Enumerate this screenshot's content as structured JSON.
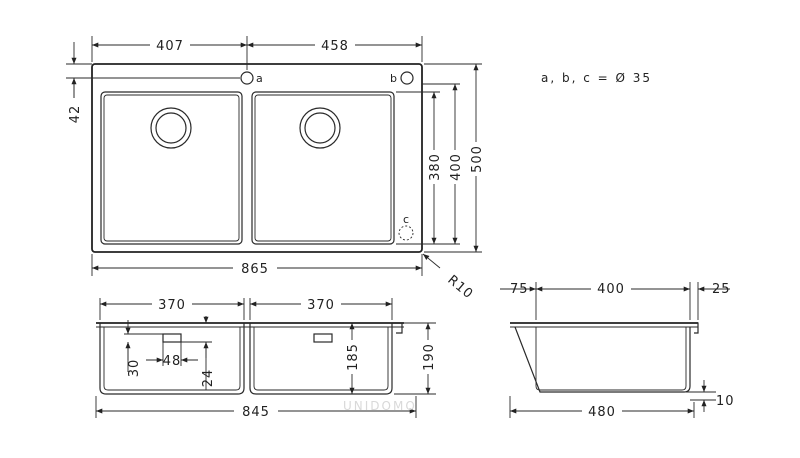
{
  "top_view": {
    "width_left": "407",
    "width_right": "458",
    "offset_top": "42",
    "height_bowl": "380",
    "height_inner": "400",
    "height_total": "500",
    "width_total": "865",
    "radius": "R10",
    "hole_a": "a",
    "hole_b": "b",
    "hole_c": "c"
  },
  "legend": {
    "text": "a, b, c = Ø 35"
  },
  "front_view": {
    "bowl_left": "370",
    "bowl_right": "370",
    "overflow_height": "30",
    "overflow_width": "48",
    "overflow_offset": "24",
    "bowl_depth": "185",
    "total_depth": "190",
    "total_width": "845"
  },
  "side_view": {
    "left_offset": "75",
    "bowl_length": "400",
    "right_offset": "25",
    "base_offset": "10",
    "total_length": "480"
  },
  "watermark": {
    "text": "UNIDOMO"
  }
}
